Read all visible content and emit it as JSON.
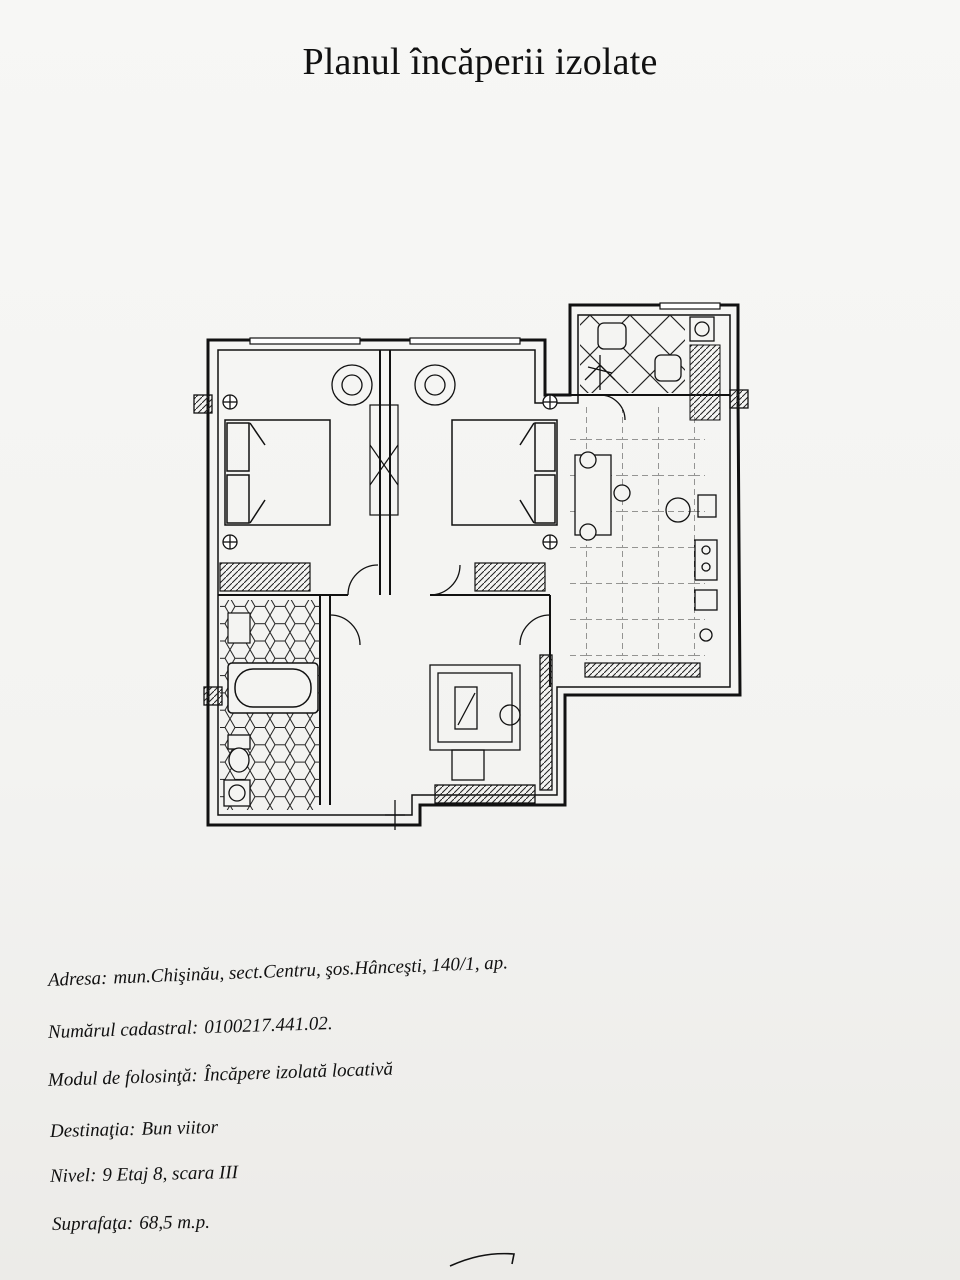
{
  "document": {
    "title": "Planul încăperii izolate"
  },
  "info": {
    "address_label": "Adresa:",
    "address_value": "mun.Chişinău, sect.Centru, şos.Hânceşti, 140/1, ap.",
    "cadastral_label": "Numărul cadastral:",
    "cadastral_value": "0100217.441.02.",
    "use_label": "Modul de folosinţă:",
    "use_value": "Încăpere izolată locativă",
    "destination_label": "Destinaţia:",
    "destination_value": "Bun viitor",
    "level_label": "Nivel:",
    "level_value": "9 Etaj 8, scara III",
    "area_label": "Suprafaţa:",
    "area_value": "68,5 m.p."
  },
  "floor_plan": {
    "rooms": [
      "bedroom",
      "bedroom",
      "bathroom",
      "hallway",
      "kitchen",
      "wc",
      "loggia"
    ],
    "icons": [
      "bed-icon",
      "armchair-icon",
      "bathtub-icon",
      "toilet-icon",
      "sink-icon",
      "washing-machine-icon",
      "stove-icon",
      "dining-table-icon",
      "plant-icon",
      "door-icon",
      "window-icon",
      "socket-icon"
    ]
  },
  "colors": {
    "ink": "#111111",
    "paper": "#f4f4f2"
  }
}
